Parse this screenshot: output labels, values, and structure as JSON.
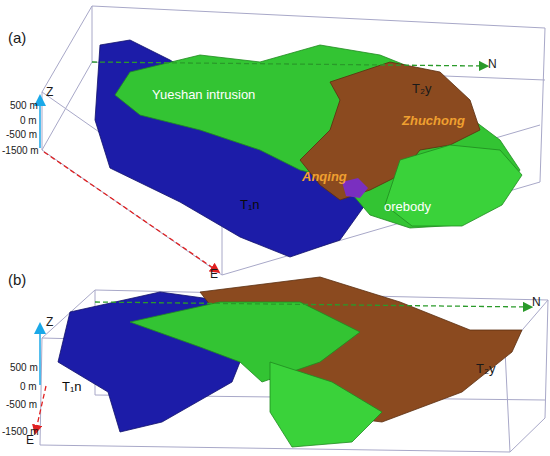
{
  "diagram": {
    "labels": [
      "(a)",
      "Z",
      "500 m",
      "0 m",
      "-500 m",
      "-1500 m",
      "N",
      "T₂y",
      "Yueshan intrusion",
      "Zhuchong",
      "T₁n",
      "Anqing",
      "orebody",
      "E",
      "(b)",
      "Z",
      "500 m",
      "0 m",
      "-500 m",
      "-1500 m",
      "T₂y",
      "T₁n",
      "N",
      "E"
    ]
  }
}
